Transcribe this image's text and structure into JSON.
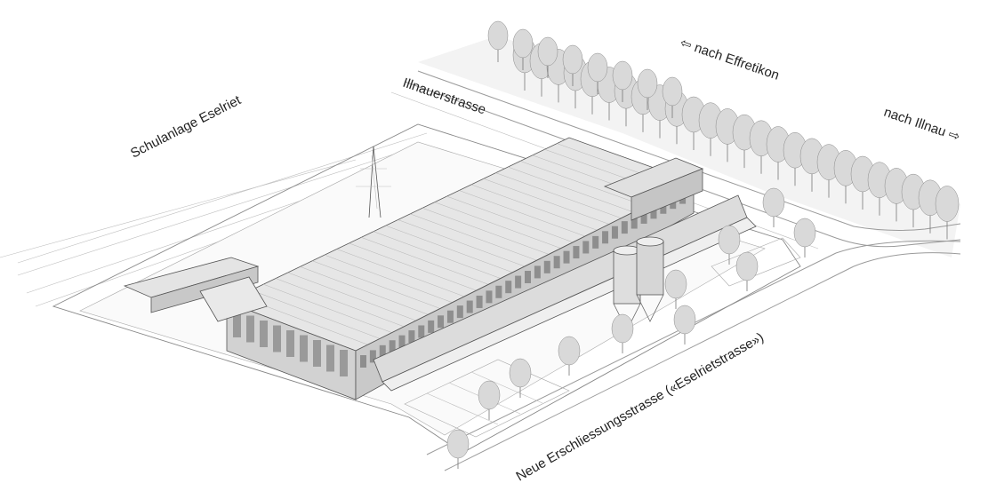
{
  "labels": {
    "school": "Schulanlage Eselriet",
    "street_main": "Illnauerstrasse",
    "to_effretikon": "⇦ nach Effretikon",
    "to_illnau": "nach Illnau ⇨",
    "new_street": "Neue Erschliessungsstrasse («Eselrietstrasse»)"
  },
  "colors": {
    "ink": "#222222",
    "line": "#9a9a9a",
    "paper": "#ffffff"
  }
}
